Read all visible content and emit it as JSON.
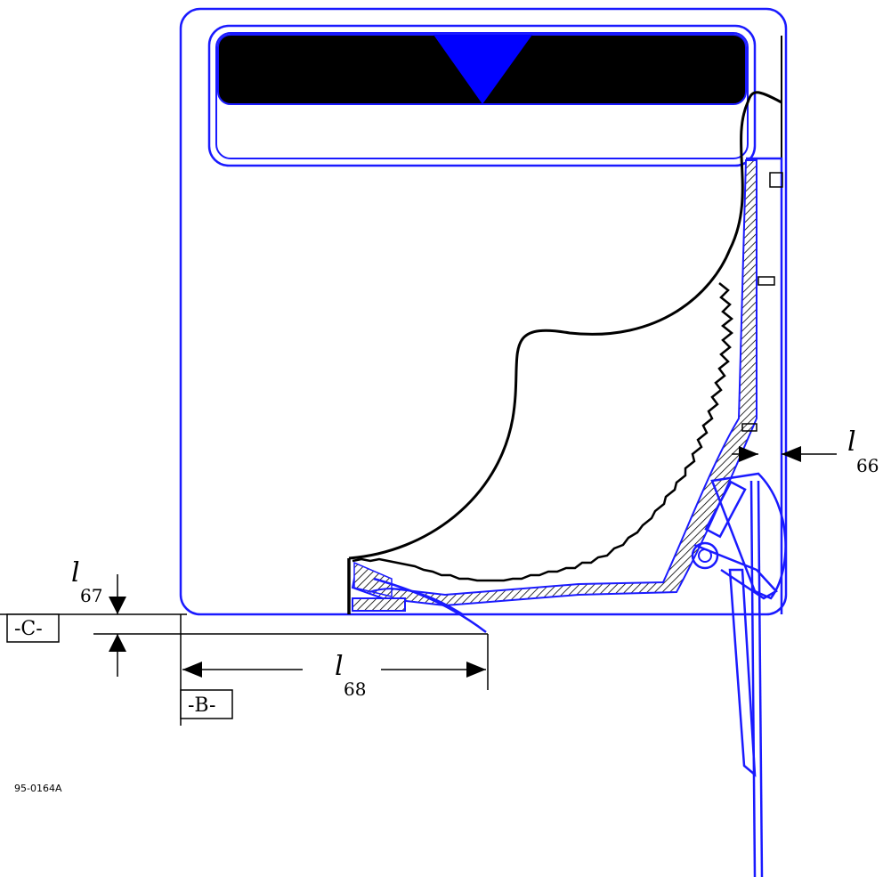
{
  "figure": {
    "id_label": "95-0164A",
    "colors": {
      "outline": "#1a1aff",
      "line": "#000000",
      "indicator_bar": "#000000",
      "indicator_triangle": "#0000ff",
      "background": "#ffffff"
    }
  },
  "dimensions": [
    {
      "key": "l66",
      "symbol": "l",
      "subscript": "66"
    },
    {
      "key": "l67",
      "symbol": "l",
      "subscript": "67"
    },
    {
      "key": "l68",
      "symbol": "l",
      "subscript": "68"
    }
  ],
  "datums": [
    {
      "key": "C",
      "label": "-C-"
    },
    {
      "key": "B",
      "label": "-B-"
    }
  ]
}
